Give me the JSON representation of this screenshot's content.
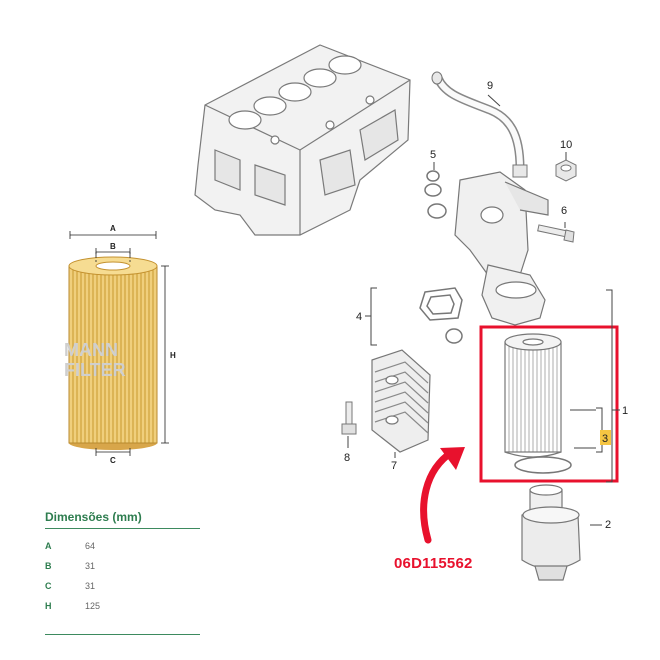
{
  "callouts": {
    "c1": "1",
    "c2": "2",
    "c3": "3",
    "c4": "4",
    "c5": "5",
    "c6": "6",
    "c7": "7",
    "c8": "8",
    "c9": "9",
    "c10": "10"
  },
  "part_number": "06D115562",
  "filter_dimension_letters": {
    "a": "A",
    "b": "B",
    "c": "C",
    "h": "H"
  },
  "watermark": {
    "line1": "MANN",
    "line2": "FILTER"
  },
  "dimensions": {
    "title": "Dimensões (mm)",
    "rows": [
      {
        "key": "A",
        "value": "64"
      },
      {
        "key": "B",
        "value": "31"
      },
      {
        "key": "C",
        "value": "31"
      },
      {
        "key": "H",
        "value": "125"
      }
    ]
  },
  "colors": {
    "highlight": "#e8112d",
    "dim_green": "#2e7d4f",
    "filter_paper": "#e9c46a"
  }
}
